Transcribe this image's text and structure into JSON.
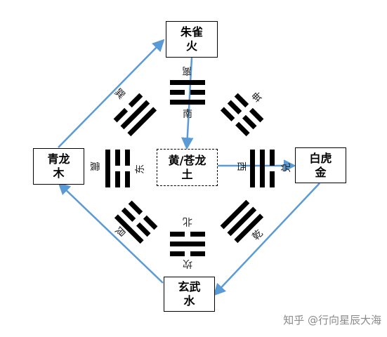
{
  "nodes": {
    "south": {
      "line1": "朱雀",
      "line2": "火"
    },
    "east": {
      "line1": "青龙",
      "line2": "木"
    },
    "center": {
      "line1": "黄/苍龙",
      "line2": "土"
    },
    "west": {
      "line1": "白虎",
      "line2": "金"
    },
    "north": {
      "line1": "玄武",
      "line2": "水"
    }
  },
  "trigrams": {
    "li": {
      "name": "离",
      "direction": "南",
      "lines": "yang-yin-yang"
    },
    "xun": {
      "name": "巽",
      "lines": "yang-yang-yin"
    },
    "kun": {
      "name": "坤",
      "lines": "yin-yin-yin"
    },
    "zhen": {
      "name": "震",
      "direction": "东",
      "lines": "yin-yin-yang"
    },
    "dui": {
      "name": "兑",
      "direction": "西",
      "lines": "yin-yang-yang"
    },
    "gen": {
      "name": "艮",
      "lines": "yang-yin-yin"
    },
    "qian": {
      "name": "乾",
      "lines": "yang-yang-yang"
    },
    "kan": {
      "name": "坎",
      "direction": "北",
      "lines": "yin-yang-yin"
    }
  },
  "colors": {
    "arrow": "#5b9bd5",
    "ink": "#000000",
    "watermark": "#8a8a8a"
  },
  "watermark": "知乎 @行向星辰大海"
}
